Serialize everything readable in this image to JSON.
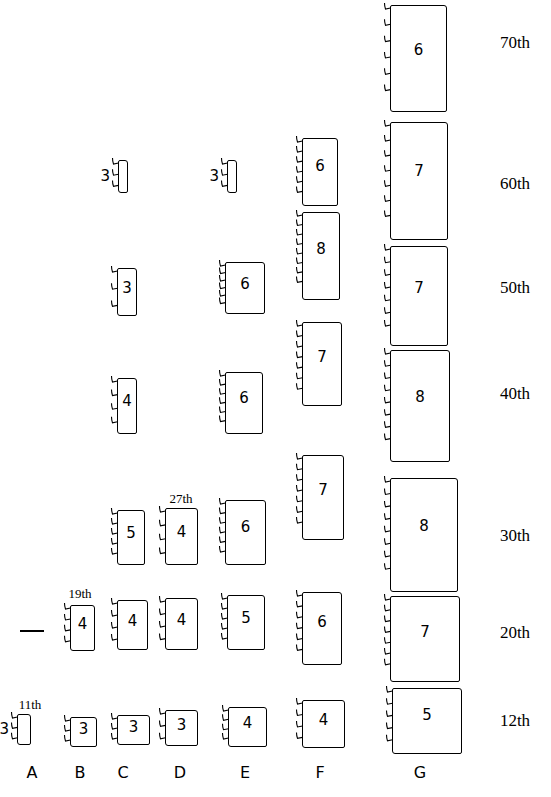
{
  "diagram": {
    "nodes": [
      {
        "text": [
          "6"
        ]
      },
      {
        "text": [
          "3"
        ]
      },
      {
        "text": [
          "3"
        ]
      },
      {
        "text": [
          "6"
        ]
      },
      {
        "text": [
          "7"
        ]
      },
      {
        "text": [
          "3"
        ]
      },
      {
        "text": [
          "6"
        ]
      },
      {
        "text": [
          "8"
        ]
      },
      {
        "text": [
          "7"
        ]
      },
      {
        "text": [
          "4"
        ]
      },
      {
        "text": [
          "6"
        ]
      },
      {
        "text": [
          "7"
        ]
      },
      {
        "text": [
          "8"
        ]
      },
      {
        "text": [
          "5"
        ]
      },
      {
        "text": [
          "4"
        ]
      },
      {
        "text": [
          "6"
        ]
      },
      {
        "text": [
          "7"
        ]
      },
      {
        "text": [
          "8"
        ]
      },
      {
        "text": [
          "4"
        ]
      },
      {
        "text": [
          "4"
        ]
      },
      {
        "text": [
          "4"
        ]
      },
      {
        "text": [
          "5"
        ]
      },
      {
        "text": [
          "6"
        ]
      },
      {
        "text": [
          "7"
        ]
      },
      {
        "text": [
          "3"
        ]
      },
      {
        "text": [
          "3"
        ]
      },
      {
        "text": [
          "3"
        ]
      },
      {
        "text": [
          "3"
        ]
      },
      {
        "text": [
          "4"
        ]
      },
      {
        "text": [
          "4"
        ]
      },
      {
        "text": [
          "5"
        ]
      }
    ],
    "labels": [
      "70th",
      "60th",
      "50th",
      "40th",
      "30th",
      "20th",
      "12th",
      "11th",
      "19th",
      "27th",
      "A",
      "B",
      "C",
      "D",
      "E",
      "F",
      "G"
    ]
  }
}
